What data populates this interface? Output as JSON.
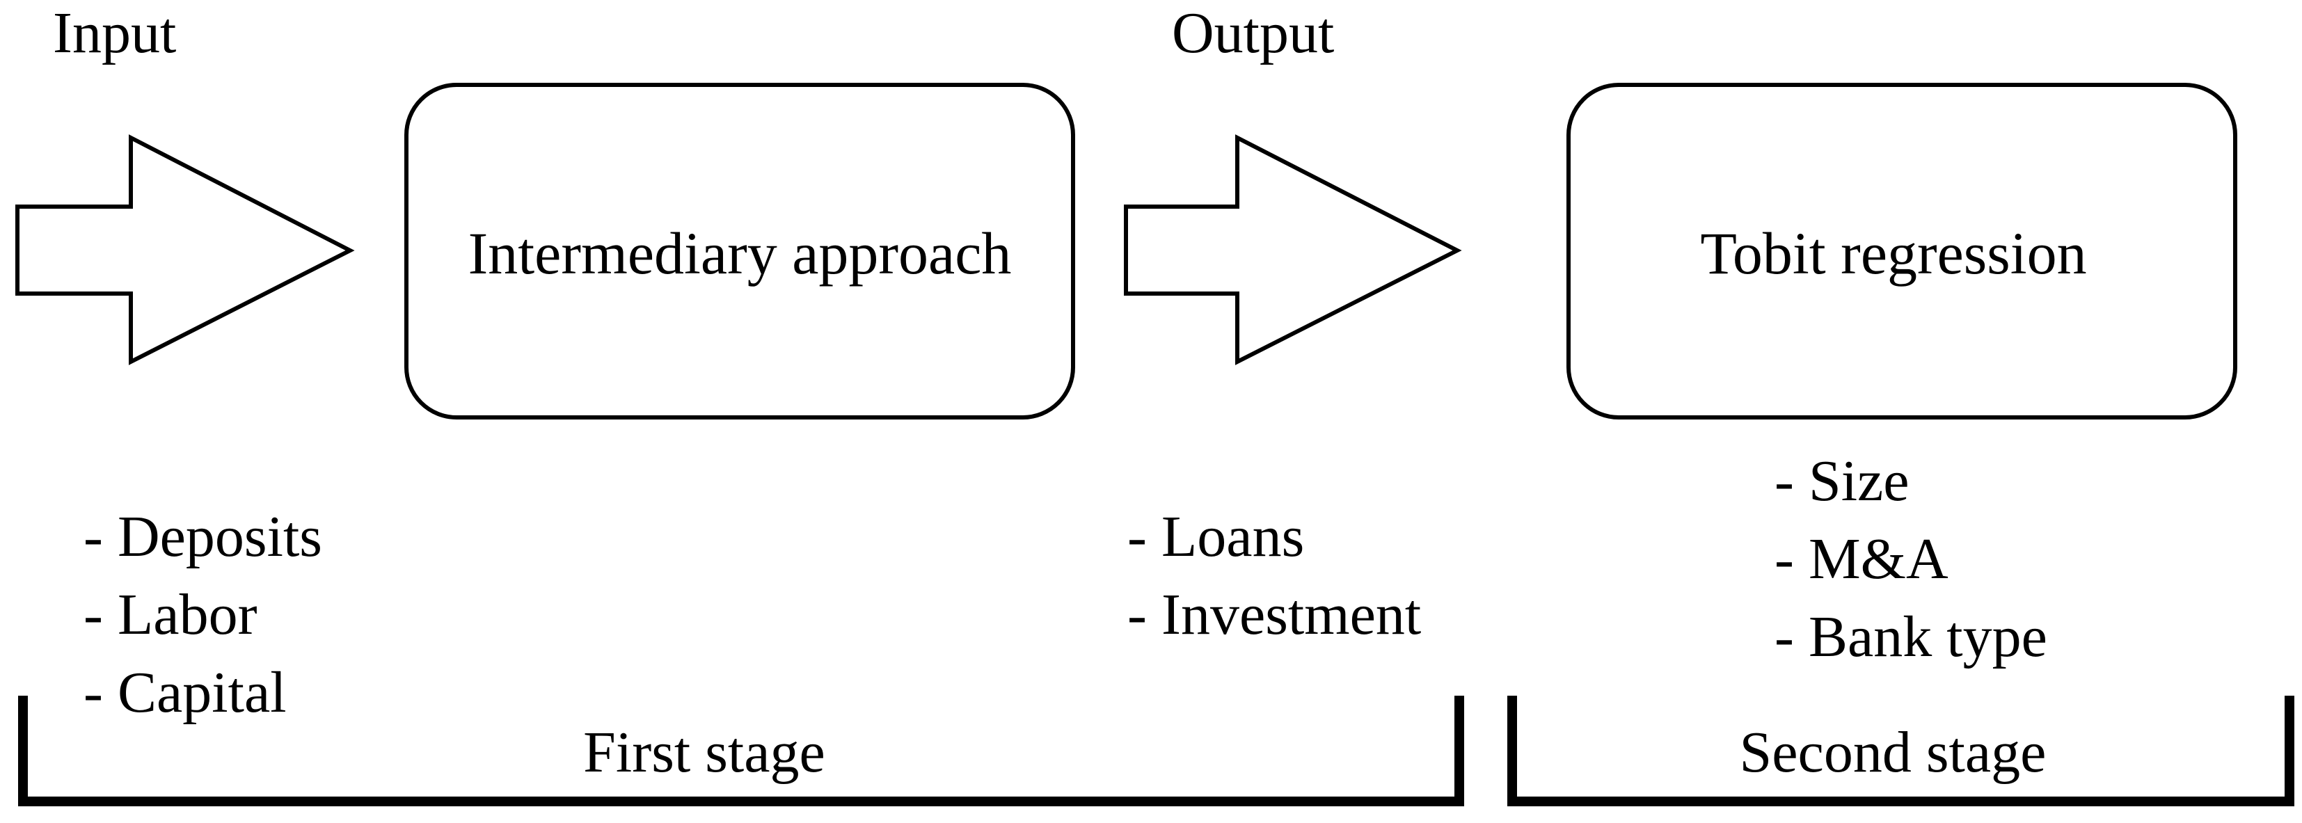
{
  "input_label": "Input",
  "output_label": "Output",
  "first_stage": {
    "process_box": "Intermediary approach",
    "inputs": [
      "- Deposits",
      "- Labor",
      "- Capital"
    ],
    "outputs": [
      "- Loans",
      "- Investment"
    ],
    "stage_label": "First stage"
  },
  "second_stage": {
    "process_box": "Tobit regression",
    "variables": [
      "- Size",
      "- M&A",
      "- Bank type"
    ],
    "stage_label": "Second stage"
  },
  "colors": {
    "stroke": "#000000",
    "fill": "#ffffff"
  }
}
